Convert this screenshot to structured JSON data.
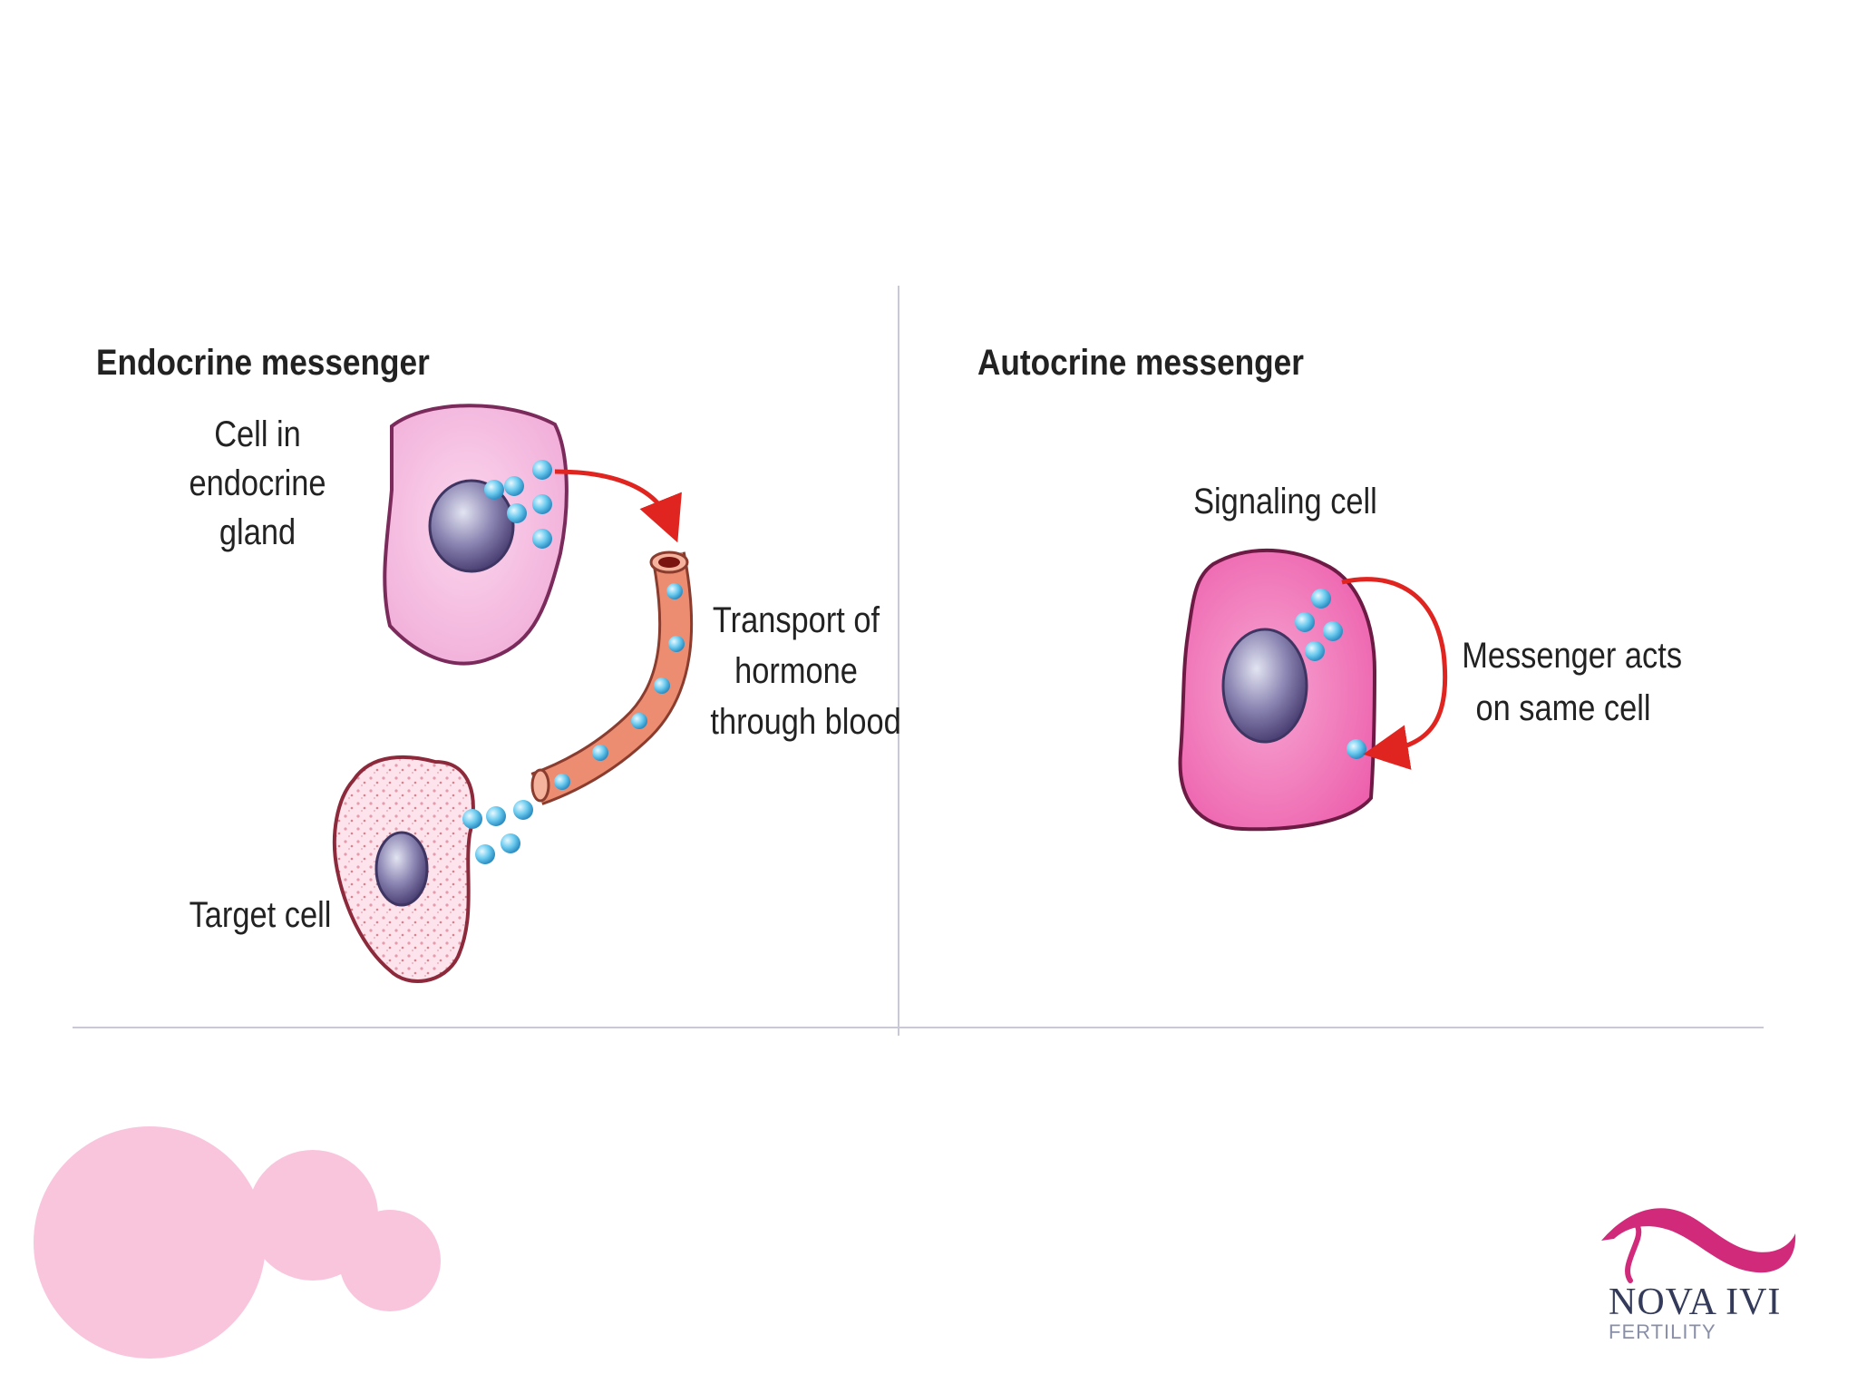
{
  "endocrine": {
    "title": "Endocrine messenger",
    "gland_label": [
      "Cell in",
      "endocrine",
      "gland"
    ],
    "transport_label": [
      "Transport of",
      "hormone",
      "through blood"
    ],
    "target_label": "Target cell"
  },
  "autocrine": {
    "title": "Autocrine messenger",
    "signal_label": "Signaling cell",
    "action_label": [
      "Messenger acts",
      "on same cell"
    ]
  },
  "logo": {
    "name": "NOVA IVI",
    "tagline": "FERTILITY"
  },
  "colors": {
    "cell_pink": "#f4b6dd",
    "signal_pink": "#ef6db6",
    "messenger_blue": "#5ec3ea",
    "arrow_red": "#e0241f",
    "vessel": "#e8876a",
    "decor_pink": "#f9c5dd",
    "logo_magenta": "#d12a7a"
  }
}
